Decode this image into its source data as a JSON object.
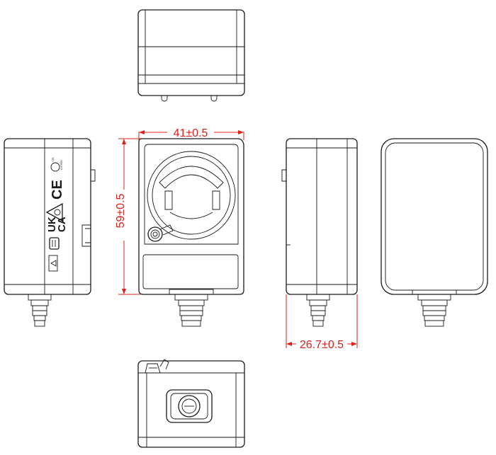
{
  "dimensions": {
    "width": "41±0.5",
    "height": "59±0.5",
    "depth": "26.7±0.5"
  },
  "label_marks": {
    "ukca_line1": "UK",
    "ukca_line2": "CA",
    "ce": "CE",
    "listed": "LISTED",
    "us": "US"
  },
  "colors": {
    "outline": "#1a1a1a",
    "dimension": "#e0201a"
  },
  "icons": [
    "safety-triangle-icon",
    "gs-mark-icon",
    "ukca-mark-icon",
    "rcm-mark-icon",
    "ce-mark-icon",
    "ul-listed-icon"
  ]
}
